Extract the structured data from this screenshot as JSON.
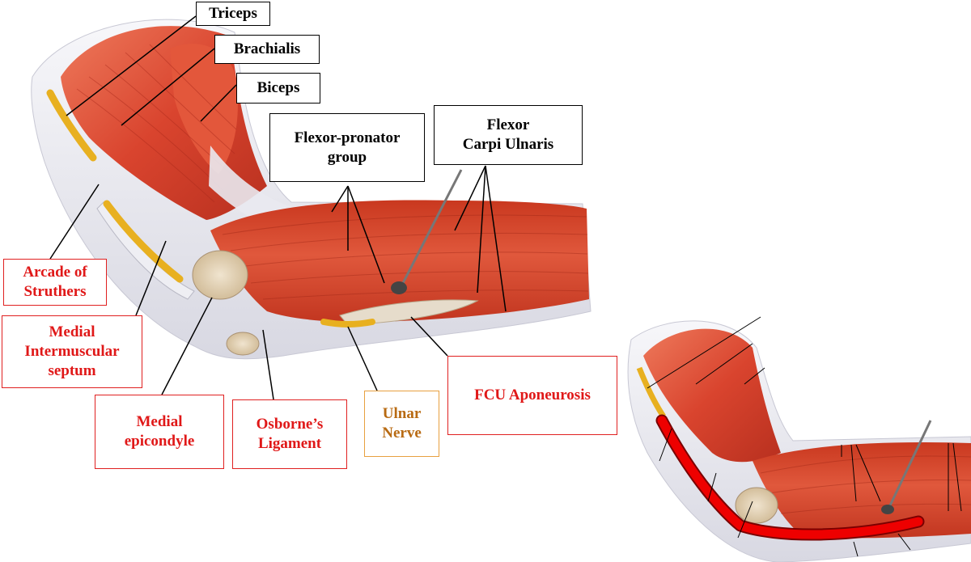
{
  "colors": {
    "muscle": "#d9442e",
    "muscle_dark": "#b8301f",
    "muscle_light": "#ee7a5c",
    "tendon": "#ecebf0",
    "bone": "#e6d6bc",
    "nerve": "#e8b020",
    "highlight": "#ee0000",
    "red_label": "#e01818",
    "orange_label": "#b86a12"
  },
  "labels": {
    "triceps": "Triceps",
    "brachialis": "Brachialis",
    "biceps": "Biceps",
    "flexor_pronator": "Flexor-pronator\ngroup",
    "fcu": "Flexor\nCarpi Ulnaris",
    "arcade": "Arcade of\nStruthers",
    "intermuscular": "Medial\nIntermuscular\nseptum",
    "epicondyle": "Medial\nepicondyle",
    "osborne": "Osborne’s\nLigament",
    "ulnar_nerve": "Ulnar\nNerve",
    "fcu_aponeurosis": "FCU Aponeurosis"
  }
}
